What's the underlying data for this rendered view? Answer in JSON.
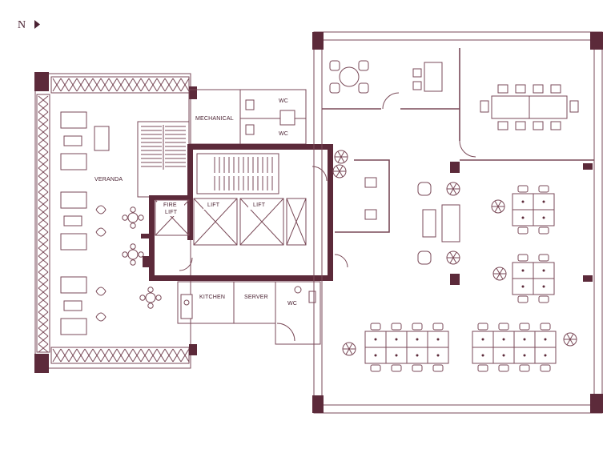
{
  "compass": {
    "label": "N"
  },
  "rooms": {
    "mechanical": "MECHANICAL",
    "wc_top": "WC",
    "wc_mid": "WC",
    "veranda": "VERANDA",
    "fire_lift_1": "FIRE",
    "fire_lift_2": "LIFT",
    "lift_1": "LIFT",
    "lift_2": "LIFT",
    "kitchen": "KITCHEN",
    "server": "SERVER",
    "wc_bottom": "WC"
  },
  "colors": {
    "wall": "#5c2a3a",
    "line": "#7a4a58",
    "background": "#ffffff"
  }
}
